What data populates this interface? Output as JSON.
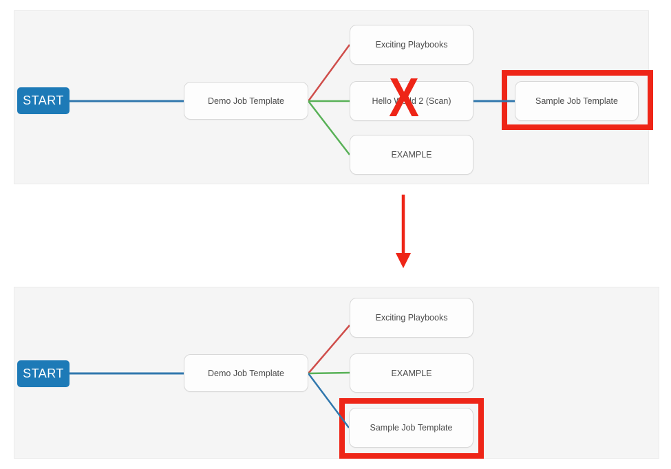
{
  "colors": {
    "panel_bg": "#f5f5f5",
    "panel_border": "#ebebeb",
    "node_bg": "#fdfdfd",
    "node_border": "#d8d8d8",
    "node_text": "#4d4d4d",
    "start_bg": "#1d7ab7",
    "start_text": "#ffffff",
    "edge_blue": "#3077ad",
    "edge_red": "#cf4d4a",
    "edge_green": "#58b157",
    "annotation_red": "#ee2517"
  },
  "before_panel": {
    "start_label": "START",
    "root_node": {
      "label": "Demo Job Template"
    },
    "child_nodes": [
      {
        "label": "Exciting Playbooks"
      },
      {
        "label": "Hello World 2 (Scan)"
      },
      {
        "label": "EXAMPLE"
      }
    ],
    "leaf_node": {
      "label": "Sample Job Template"
    },
    "delete_mark": "X"
  },
  "after_panel": {
    "start_label": "START",
    "root_node": {
      "label": "Demo Job Template"
    },
    "child_nodes": [
      {
        "label": "Exciting Playbooks"
      },
      {
        "label": "EXAMPLE"
      },
      {
        "label": "Sample Job Template"
      }
    ]
  }
}
